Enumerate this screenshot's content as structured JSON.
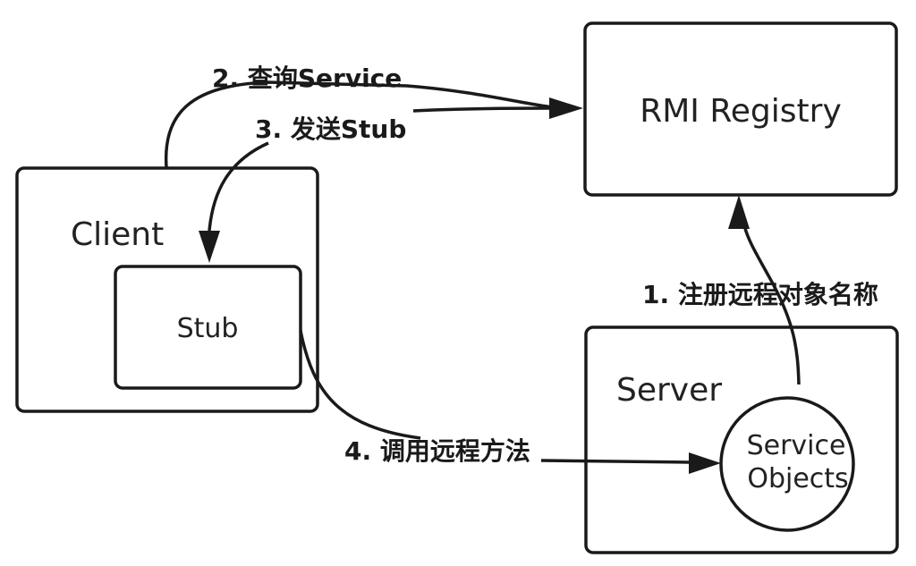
{
  "nodes": {
    "rmi_registry": {
      "label": "RMI Registry"
    },
    "client": {
      "label": "Client"
    },
    "stub": {
      "label": "Stub"
    },
    "server": {
      "label": "Server"
    },
    "service_objects": {
      "line1": "Service",
      "line2": "Objects"
    }
  },
  "edges": {
    "query_service": {
      "label": "2. 查询Service"
    },
    "send_stub": {
      "label": "3. 发送Stub"
    },
    "register_name": {
      "label": "1. 注册远程对象名称"
    },
    "invoke_method": {
      "label": "4. 调用远程方法"
    }
  }
}
